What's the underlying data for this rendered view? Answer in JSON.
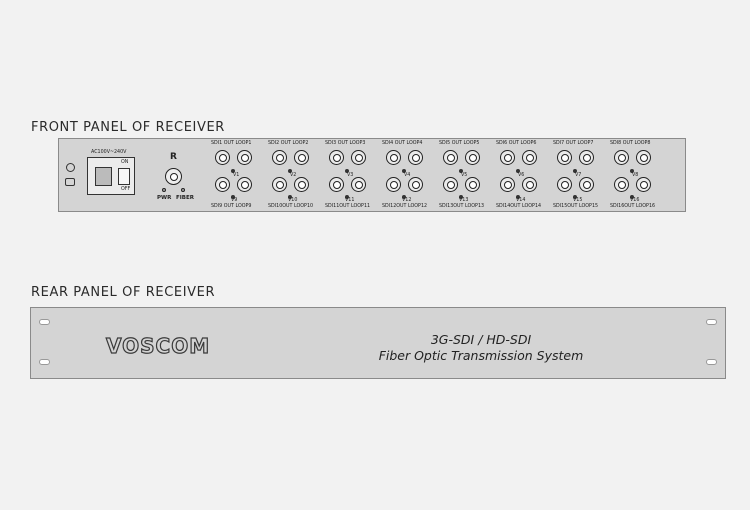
{
  "front_panel": {
    "title": "FRONT PANEL OF RECEIVER",
    "power_label": "AC100V~240V",
    "switch_on": "ON",
    "switch_off": "OFF",
    "receiver_mark": "R",
    "pwr_label": "PWR",
    "fiber_label": "FIBER",
    "channels": [
      {
        "top_label": "SDI1 OUT   LOOP1",
        "bottom_label": "SDI9 OUT   LOOP9",
        "v_top": "V1",
        "v_bottom": "V9"
      },
      {
        "top_label": "SDI2 OUT   LOOP2",
        "bottom_label": "SDI10OUT  LOOP10",
        "v_top": "V2",
        "v_bottom": "V10"
      },
      {
        "top_label": "SDI3 OUT   LOOP3",
        "bottom_label": "SDI11OUT  LOOP11",
        "v_top": "V3",
        "v_bottom": "V11"
      },
      {
        "top_label": "SDI4 OUT   LOOP4",
        "bottom_label": "SDI12OUT  LOOP12",
        "v_top": "V4",
        "v_bottom": "V12"
      },
      {
        "top_label": "SDI5 OUT   LOOP5",
        "bottom_label": "SDI13OUT  LOOP13",
        "v_top": "V5",
        "v_bottom": "V13"
      },
      {
        "top_label": "SDI6 OUT   LOOP6",
        "bottom_label": "SDI14OUT  LOOP14",
        "v_top": "V6",
        "v_bottom": "V14"
      },
      {
        "top_label": "SDI7 OUT   LOOP7",
        "bottom_label": "SDI15OUT  LOOP15",
        "v_top": "V7",
        "v_bottom": "V15"
      },
      {
        "top_label": "SDI8 OUT   LOOP8",
        "bottom_label": "SDI16OUT  LOOP16",
        "v_top": "V8",
        "v_bottom": "V16"
      }
    ]
  },
  "rear_panel": {
    "title": "REAR PANEL OF RECEIVER",
    "brand": "VOSCOM",
    "product_line_1": "3G-SDI / HD-SDI",
    "product_line_2": "Fiber Optic Transmission System"
  }
}
